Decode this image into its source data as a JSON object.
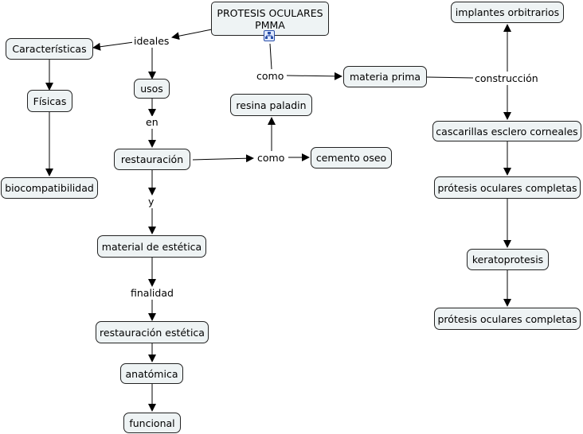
{
  "root": {
    "title_line1": "PROTESIS OCULARES",
    "title_line2": "PMMA",
    "icon": "submap-icon"
  },
  "concepts": {
    "caracteristicas": "Características",
    "fisicas": "Físicas",
    "biocompatibilidad": "biocompatibilidad",
    "usos": "usos",
    "restauracion": "restauración",
    "material_estetica": "material de estética",
    "restauracion_estetica": "restauración estética",
    "anatomica": "anatómica",
    "funcional": "funcional",
    "resina_paladin": "resina paladin",
    "cemento_oseo": "cemento oseo",
    "materia_prima": "materia prima",
    "implantes_orbitrarios": "implantes orbitrarios",
    "cascarillas": "cascarillas esclero corneales",
    "protesis_completas_1": "prótesis oculares completas",
    "keratoprotesis": "keratoprotesis",
    "protesis_completas_2": "prótesis oculares completas"
  },
  "links": {
    "ideales": "ideales",
    "en": "en",
    "y": "y",
    "finalidad": "finalidad",
    "como_1": "como",
    "como_2": "como",
    "construccion": "construcción"
  }
}
